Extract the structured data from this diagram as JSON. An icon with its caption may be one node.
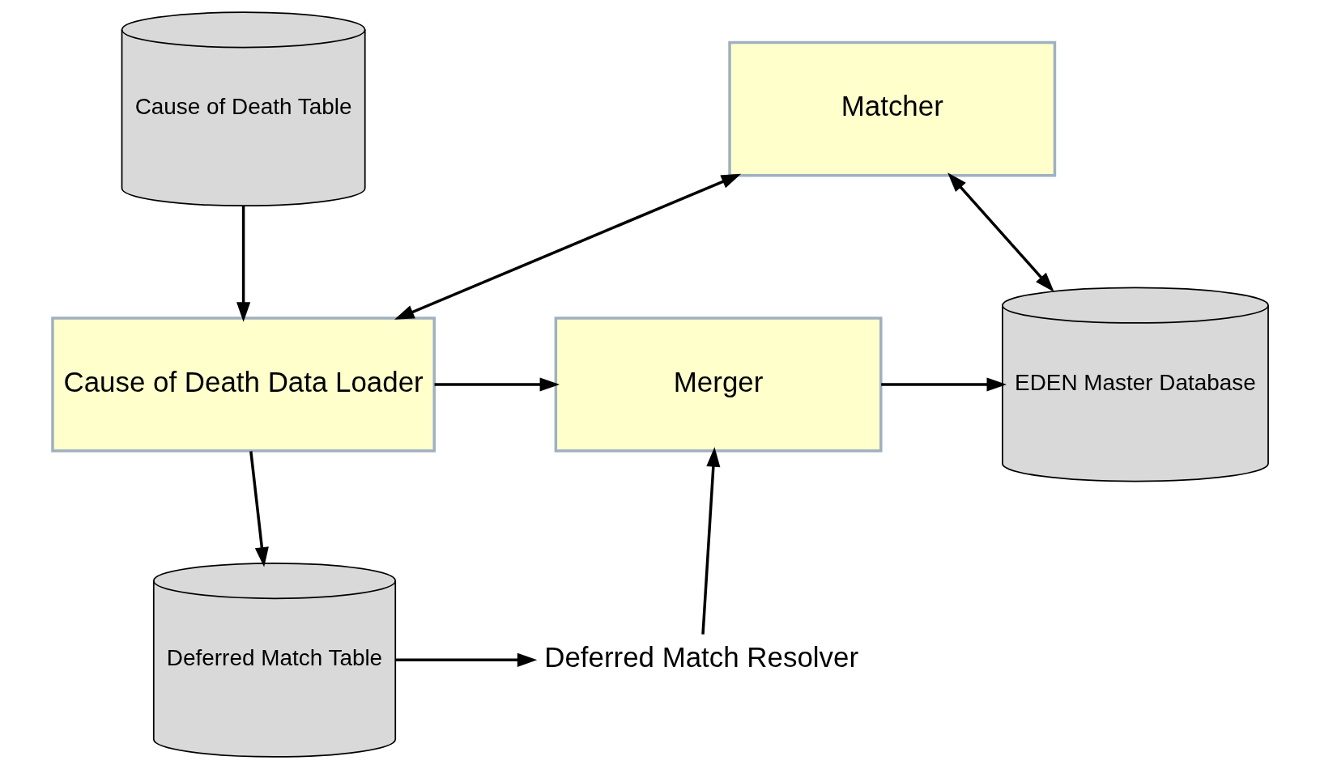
{
  "diagram": {
    "nodes": [
      {
        "text": [
          "Cause of Death Table"
        ]
      },
      {
        "text": [
          "Matcher"
        ]
      },
      {
        "text": [
          "Cause of Death Data Loader"
        ]
      },
      {
        "text": [
          "Merger"
        ]
      },
      {
        "text": [
          "EDEN Master Database"
        ]
      },
      {
        "text": [
          "Deferred Match Table"
        ]
      },
      {
        "text": [
          "Deferred Match Resolver"
        ]
      }
    ],
    "edges": [
      {
        "from": 0,
        "to": 2,
        "arrow": "to"
      },
      {
        "from": 2,
        "to": 1,
        "arrow": "both"
      },
      {
        "from": 2,
        "to": 3,
        "arrow": "to"
      },
      {
        "from": 1,
        "to": 4,
        "arrow": "both"
      },
      {
        "from": 3,
        "to": 4,
        "arrow": "to"
      },
      {
        "from": 2,
        "to": 5,
        "arrow": "to"
      },
      {
        "from": 5,
        "to": 6,
        "arrow": "to"
      },
      {
        "from": 6,
        "to": 3,
        "arrow": "to"
      }
    ]
  }
}
